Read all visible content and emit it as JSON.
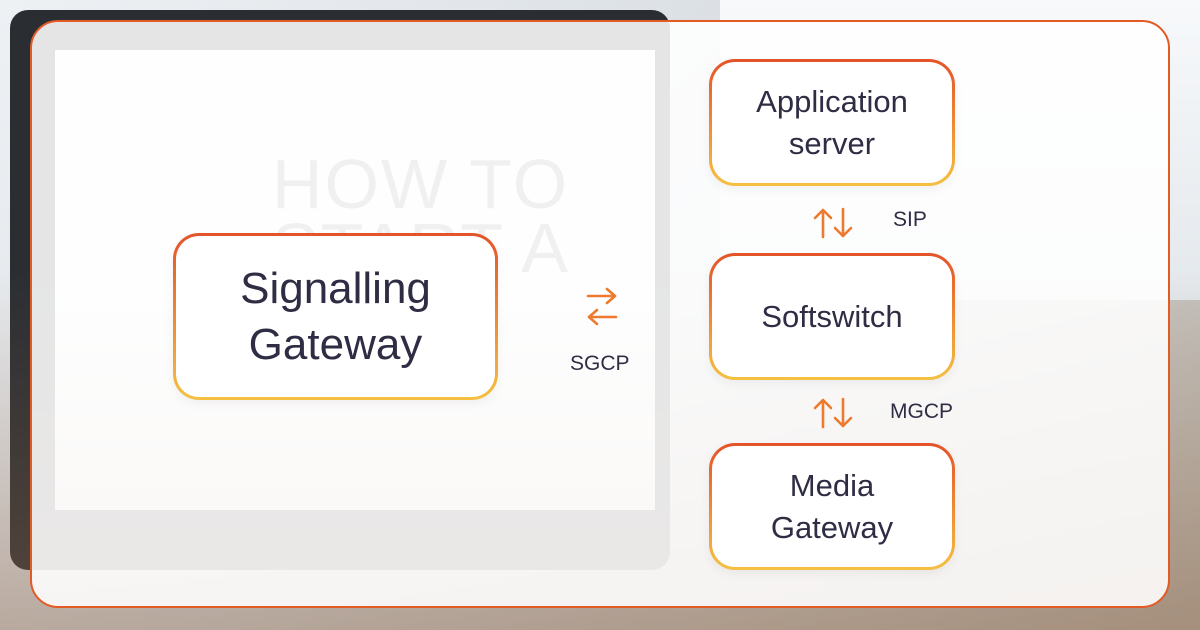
{
  "nodes": {
    "signalling": {
      "line1": "Signalling",
      "line2": "Gateway"
    },
    "application": {
      "line1": "Application",
      "line2": "server"
    },
    "softswitch": {
      "line1": "Softswitch"
    },
    "media": {
      "line1": "Media",
      "line2": "Gateway"
    }
  },
  "edges": {
    "sgcp": "SGCP",
    "sip": "SIP",
    "mgcp": "MGCP"
  },
  "background_text": {
    "line1": "HOW TO",
    "line2": "START A"
  },
  "colors": {
    "border_top": "#e4532a",
    "border_bottom": "#f5c041",
    "panel_border": "#e25a24",
    "arrow": "#ed7a2e",
    "text": "#2e2d44"
  },
  "icons": {
    "horizontal_arrow": "left-right-arrows-icon",
    "vertical_arrow": "up-down-arrows-icon"
  }
}
